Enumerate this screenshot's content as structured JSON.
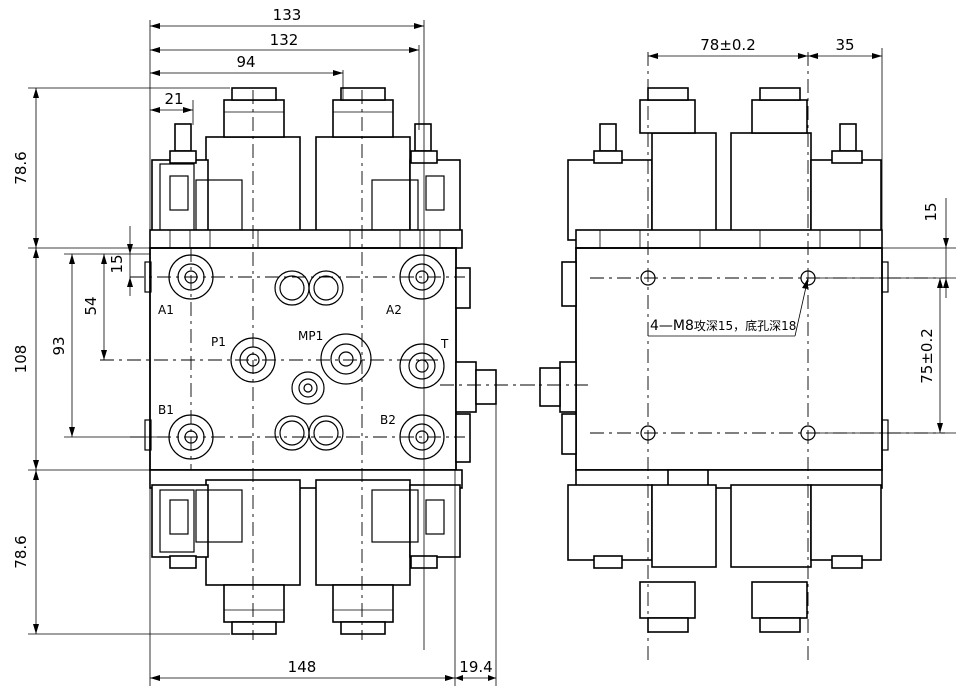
{
  "dimensions": {
    "width_133": "133",
    "width_132": "132",
    "width_94": "94",
    "width_21": "21",
    "height_top_coil": "78.6",
    "height_bottom_coil": "78.6",
    "height_body": "108",
    "height_93": "93",
    "height_54": "54",
    "height_15_left": "15",
    "width_148": "148",
    "width_19_4": "19.4",
    "mount_spacing_h": "78±0.2",
    "offset_35": "35",
    "height_15_right": "15",
    "mount_spacing_v": "75±0.2"
  },
  "ports": {
    "a1": "A1",
    "a2": "A2",
    "b1": "B1",
    "b2": "B2",
    "p1": "P1",
    "mp1": "MP1",
    "t": "T"
  },
  "note": {
    "thread": "4—M8",
    "spec": "攻深15，底孔深18"
  }
}
